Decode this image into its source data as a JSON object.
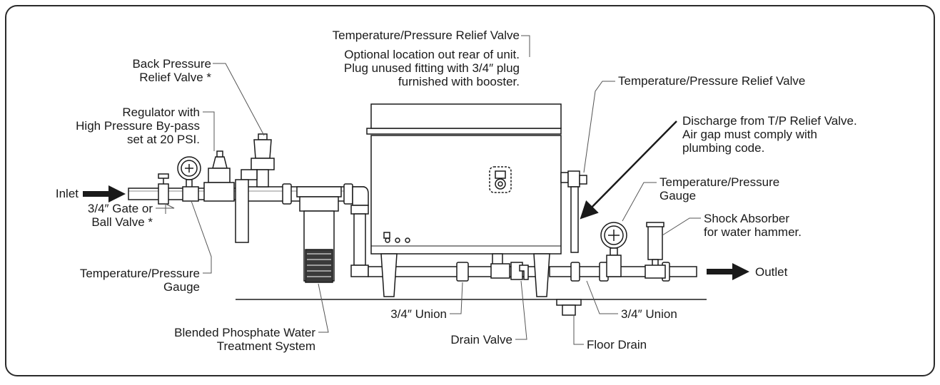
{
  "labels": {
    "tp_relief_top": [
      "Temperature/Pressure Relief Valve"
    ],
    "tp_relief_note": [
      "Optional location out rear of unit.",
      "Plug unused fitting with 3/4″ plug",
      "furnished with booster."
    ],
    "back_pressure": [
      "Back Pressure",
      "Relief Valve *"
    ],
    "regulator": [
      "Regulator with",
      "High Pressure By-pass",
      "set at 20 PSI."
    ],
    "inlet": "Inlet",
    "gate_valve": [
      "3/4″ Gate or",
      "Ball Valve *"
    ],
    "tp_gauge_left": [
      "Temperature/Pressure",
      "Gauge"
    ],
    "phosphate": [
      "Blended Phosphate Water",
      "Treatment System"
    ],
    "union_left": "3/4″ Union",
    "drain_valve": "Drain Valve",
    "floor_drain": "Floor Drain",
    "union_right": "3/4″ Union",
    "tp_relief_right": [
      "Temperature/Pressure Relief Valve"
    ],
    "discharge": [
      "Discharge from T/P Relief Valve.",
      "Air gap must comply with",
      "plumbing code."
    ],
    "tp_gauge_right": [
      "Temperature/Pressure",
      "Gauge"
    ],
    "shock": [
      "Shock Absorber",
      "for water hammer."
    ],
    "outlet": "Outlet"
  },
  "colors": {
    "line": "#1a1a1a",
    "leader": "#555555",
    "frame": "#2a2a2a"
  }
}
